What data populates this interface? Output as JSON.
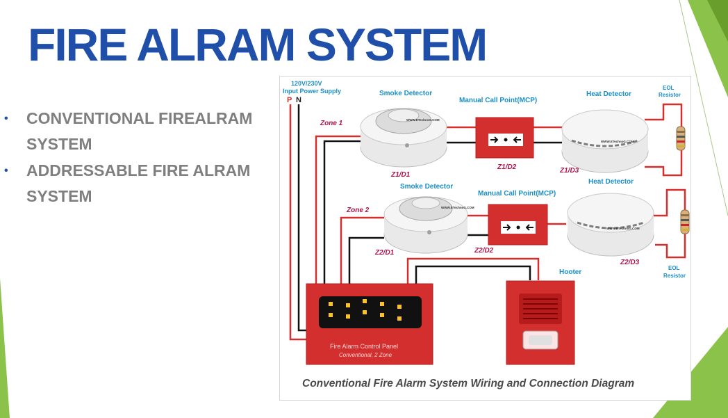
{
  "slide": {
    "title": "FIRE ALRAM SYSTEM",
    "bullets": [
      {
        "text": "CONVENTIONAL FIREALRAM SYSTEM"
      },
      {
        "text": "ADDRESSABLE FIRE ALRAM SYSTEM"
      }
    ],
    "colors": {
      "title": "#1f4fa8",
      "bullet_text": "#7f7f7f",
      "accent_green": "#7cb342",
      "panel_red": "#d32f2f",
      "label_blue": "#1a8fc7",
      "zone_label": "#b0134c"
    }
  },
  "diagram": {
    "power_label": "120V/230V\nInput Power Supply",
    "power_line1": "120V/230V",
    "power_line2": "Input Power Supply",
    "phase": "P",
    "neutral": "N",
    "zone1_label": "Zone 1",
    "zone2_label": "Zone 2",
    "smoke1_label": "Smoke Detector",
    "mcp1_label": "Manual Call Point(MCP)",
    "heat1_label": "Heat Detector",
    "eol1_line1": "EOL",
    "eol1_line2": "Resistor",
    "smoke2_label": "Smoke Detector",
    "mcp2_label": "Manual Call Point(MCP)",
    "heat2_label": "Heat Detector",
    "eol2_line1": "EOL",
    "eol2_line2": "Resistor",
    "z1d1": "Z1/D1",
    "z1d2": "Z1/D2",
    "z1d3": "Z1/D3",
    "z2d1": "Z2/D1",
    "z2d2": "Z2/D2",
    "z2d3": "Z2/D3",
    "hooter_label": "Hooter",
    "panel_title": "Fire Alarm Control Panel",
    "panel_subtitle": "Conventional, 2 Zone",
    "watermark": "WWW.ETechnoG.COM",
    "caption": "Conventional Fire Alarm System Wiring and Connection Diagram"
  }
}
